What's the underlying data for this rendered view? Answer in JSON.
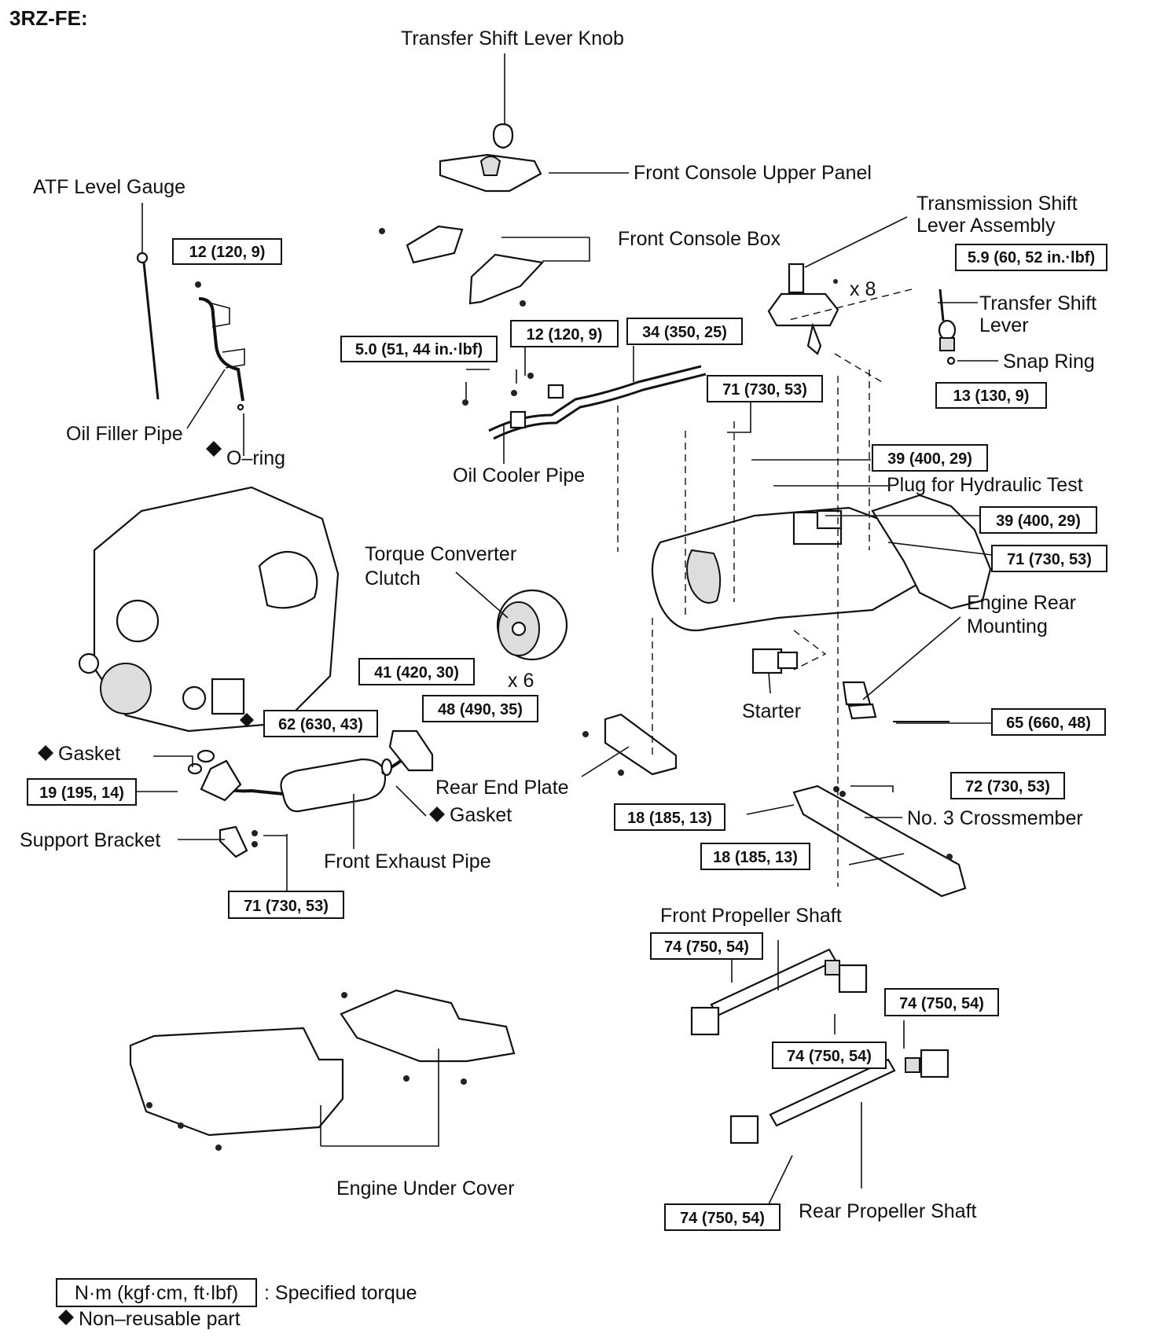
{
  "header": "3RZ-FE:",
  "labels": {
    "transfer_shift_lever_knob": "Transfer Shift Lever Knob",
    "front_console_upper_panel": "Front Console Upper Panel",
    "atf_level_gauge": "ATF Level Gauge",
    "front_console_box": "Front Console Box",
    "transmission_shift_lever_assembly_1": "Transmission Shift",
    "transmission_shift_lever_assembly_2": "Lever Assembly",
    "x8": "x 8",
    "transfer_shift_lever_1": "Transfer Shift",
    "transfer_shift_lever_2": "Lever",
    "snap_ring": "Snap Ring",
    "oil_filler_pipe": "Oil Filler Pipe",
    "o_ring": "O–ring",
    "oil_cooler_pipe": "Oil Cooler Pipe",
    "plug_for_hydraulic_test": "Plug for Hydraulic Test",
    "torque_converter_clutch_1": "Torque Converter",
    "torque_converter_clutch_2": "Clutch",
    "x6": "x 6",
    "engine_rear_mounting_1": "Engine Rear",
    "engine_rear_mounting_2": "Mounting",
    "starter": "Starter",
    "gasket_1": "Gasket",
    "rear_end_plate": "Rear End Plate",
    "gasket_2": "Gasket",
    "support_bracket": "Support Bracket",
    "front_exhaust_pipe": "Front Exhaust Pipe",
    "no3_crossmember": "No. 3 Crossmember",
    "front_propeller_shaft": "Front Propeller Shaft",
    "engine_under_cover": "Engine Under Cover",
    "rear_propeller_shaft": "Rear Propeller Shaft"
  },
  "torques": {
    "t_oil_filler": "12 (120, 9)",
    "t_shift_lever": "5.9 (60, 52 in.·lbf)",
    "t_cooler_a": "5.0 (51, 44 in.·lbf)",
    "t_cooler_b": "12 (120, 9)",
    "t_cooler_c": "34 (350, 25)",
    "t_bell_top": "71 (730, 53)",
    "t_lever_bracket": "13 (130, 9)",
    "t_plug_a": "39 (400, 29)",
    "t_plug_b": "39 (400, 29)",
    "t_case_right": "71 (730, 53)",
    "t_converter": "41 (420, 30)",
    "t_exhaust_front": "62 (630, 43)",
    "t_exhaust_rear": "48 (490, 35)",
    "t_mounting": "65 (660, 48)",
    "t_bracket_left": "19 (195, 14)",
    "t_crossmember_a": "72 (730, 53)",
    "t_end_plate": "18 (185, 13)",
    "t_crossmember_b": "18 (185, 13)",
    "t_support_bracket": "71 (730, 53)",
    "t_front_shaft_a": "74 (750, 54)",
    "t_front_shaft_b": "74 (750, 54)",
    "t_rear_shaft_a": "74 (750, 54)",
    "t_rear_shaft_b": "74 (750, 54)"
  },
  "legend": {
    "torque_box": "N·m (kgf·cm, ft·lbf)",
    "torque_text": ": Specified torque",
    "nonreusable_text": "Non–reusable part"
  }
}
